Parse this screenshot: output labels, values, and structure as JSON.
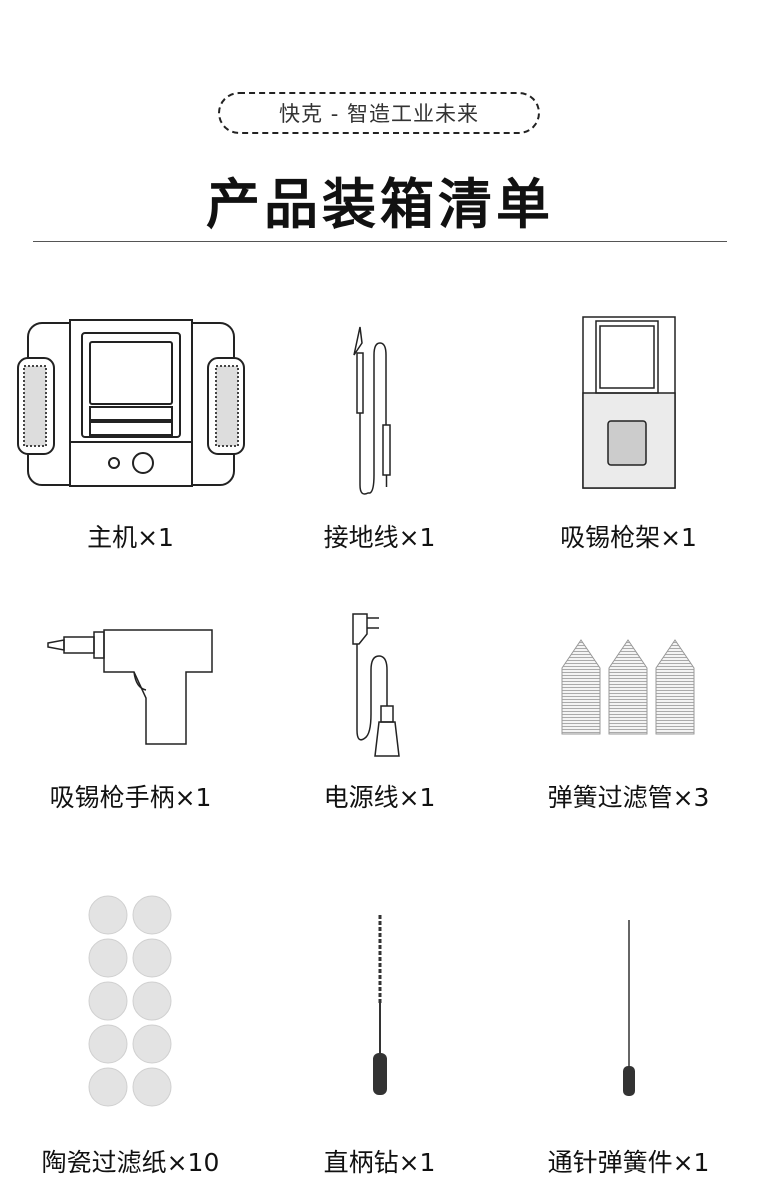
{
  "header": {
    "tagline": "快克 - 智造工业未来",
    "title": "产品装箱清单"
  },
  "items": [
    {
      "label": "主机×1",
      "icon": "main-unit"
    },
    {
      "label": "接地线×1",
      "icon": "ground-wire"
    },
    {
      "label": "吸锡枪架×1",
      "icon": "gun-stand"
    },
    {
      "label": "吸锡枪手柄×1",
      "icon": "desoldering-gun-handle"
    },
    {
      "label": "电源线×1",
      "icon": "power-cord"
    },
    {
      "label": "弹簧过滤管×3",
      "icon": "spring-filter-tube"
    },
    {
      "label": "陶瓷过滤纸×10",
      "icon": "ceramic-filter-paper"
    },
    {
      "label": "直柄钻×1",
      "icon": "straight-drill"
    },
    {
      "label": "通针弹簧件×1",
      "icon": "cleaning-pin-spring"
    }
  ]
}
